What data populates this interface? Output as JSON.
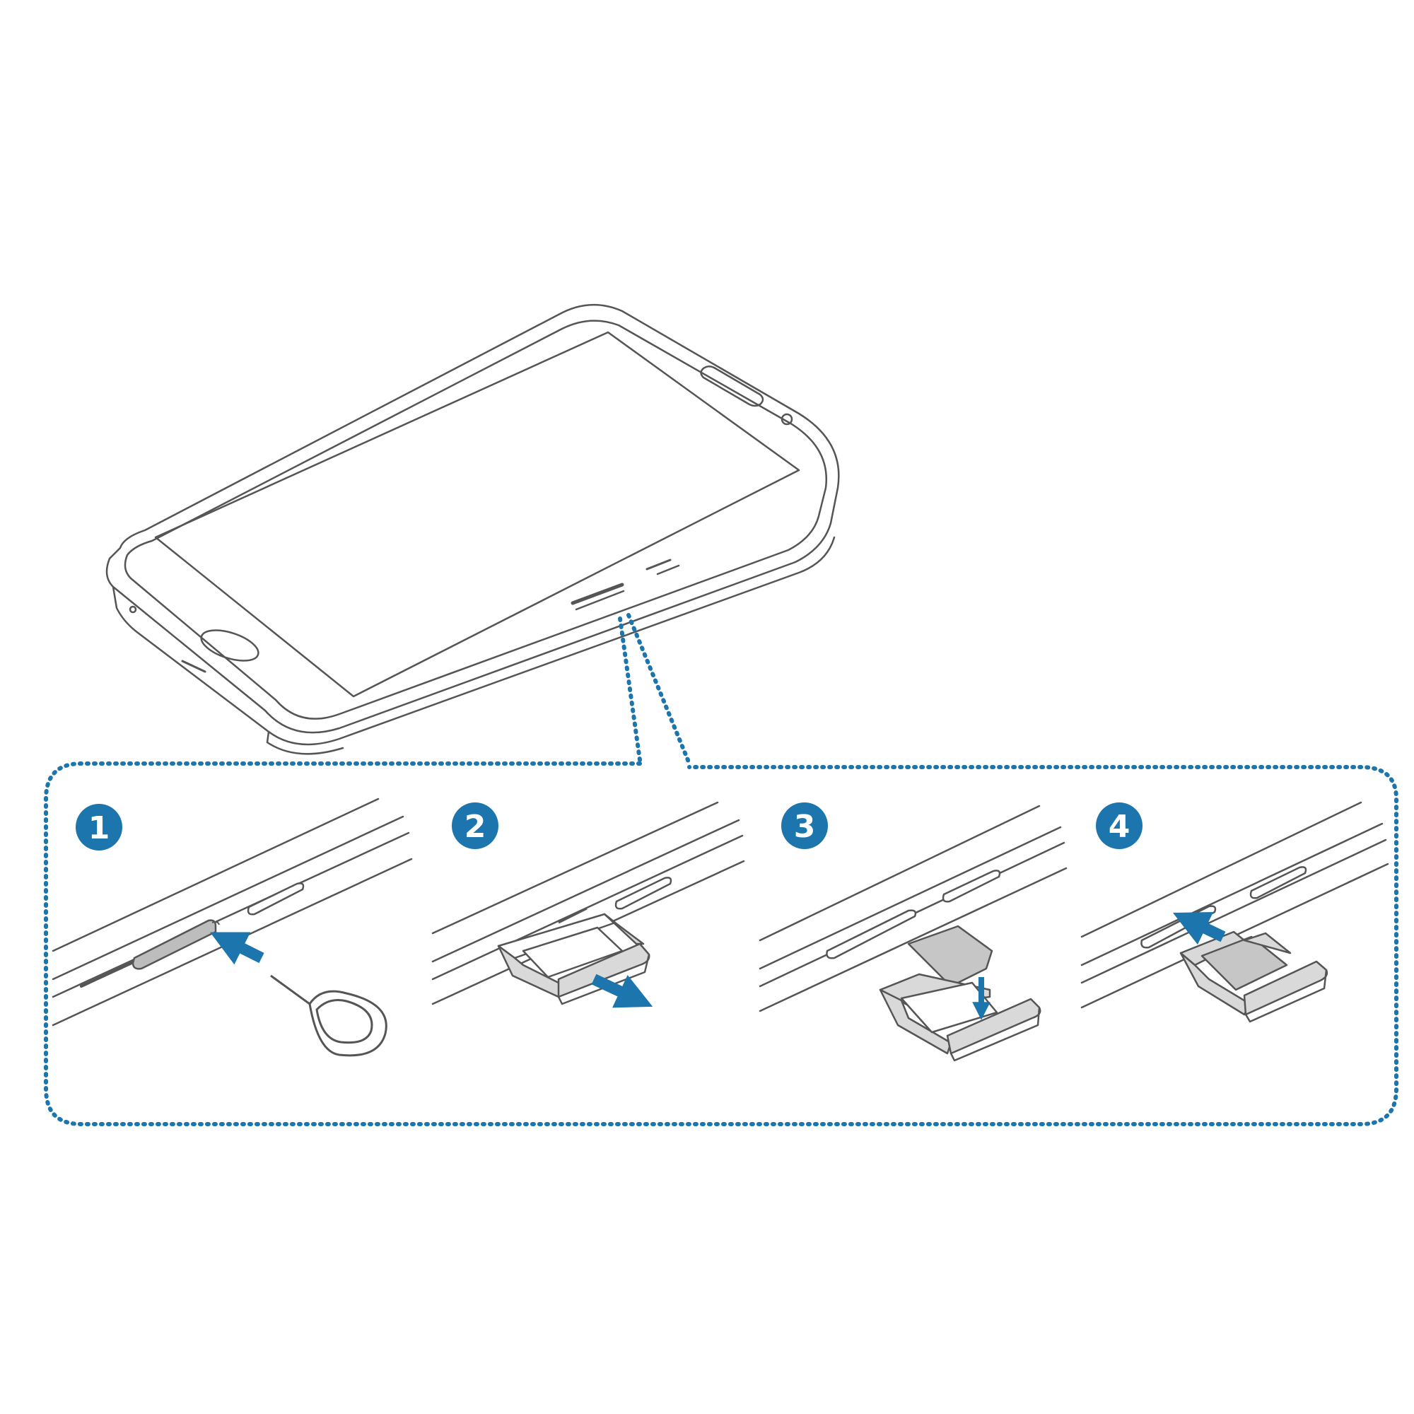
{
  "colors": {
    "accent": "#1c75ad",
    "line": "#555555",
    "fill_light": "#ffffff",
    "tray_fill": "#d9d9d9",
    "sim_fill": "#c6c6c6",
    "badge_text": "#ffffff"
  },
  "icons": [
    "phone-illustration",
    "ejection-pin-icon",
    "sim-tray-icon",
    "sim-card-icon",
    "arrow-icon"
  ],
  "steps": [
    {
      "number": "1",
      "action": "insert-ejection-pin"
    },
    {
      "number": "2",
      "action": "pull-out-tray"
    },
    {
      "number": "3",
      "action": "place-sim-card"
    },
    {
      "number": "4",
      "action": "insert-tray"
    }
  ]
}
